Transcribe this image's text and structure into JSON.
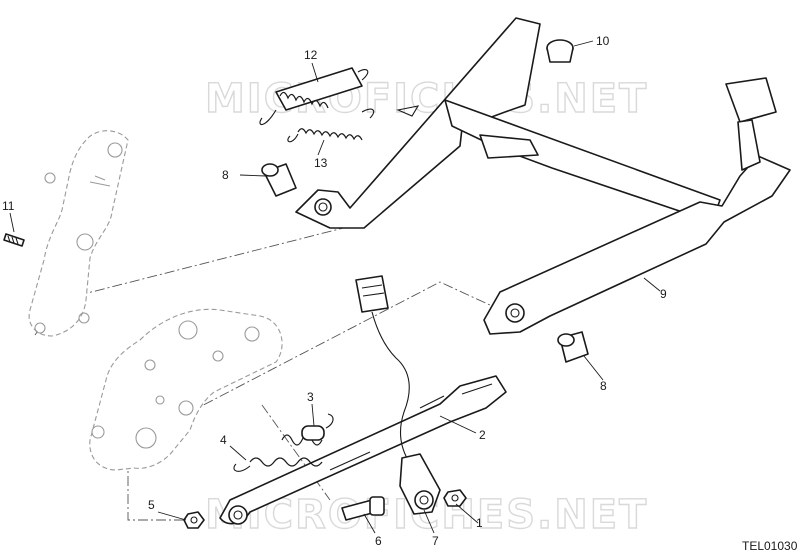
{
  "diagram": {
    "drawing_code": "TEL01030",
    "watermark_text": "MICROFICHES.NET",
    "callouts": [
      {
        "id": "c1",
        "label": "1"
      },
      {
        "id": "c2",
        "label": "2"
      },
      {
        "id": "c3",
        "label": "3"
      },
      {
        "id": "c4",
        "label": "4"
      },
      {
        "id": "c5",
        "label": "5"
      },
      {
        "id": "c6",
        "label": "6"
      },
      {
        "id": "c7",
        "label": "7"
      },
      {
        "id": "c8a",
        "label": "8"
      },
      {
        "id": "c8b",
        "label": "8"
      },
      {
        "id": "c9",
        "label": "9"
      },
      {
        "id": "c10",
        "label": "10"
      },
      {
        "id": "c11",
        "label": "11"
      },
      {
        "id": "c12",
        "label": "12"
      },
      {
        "id": "c13",
        "label": "13"
      }
    ]
  }
}
